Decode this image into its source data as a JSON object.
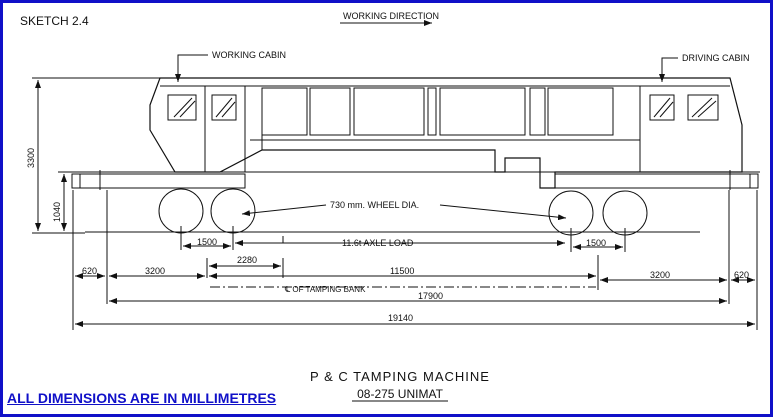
{
  "sketch_label": "SKETCH 2.4",
  "working_direction": "WORKING DIRECTION",
  "cabins": {
    "working": "WORKING CABIN",
    "driving": "DRIVING CABIN"
  },
  "wheel_label": "730 mm. WHEEL DIA.",
  "axle_load": "11.6t AXLE LOAD",
  "bank_label": "℄ OF TAMPING BANK",
  "dimensions": {
    "height_total": "3300",
    "height_frame": "1040",
    "bogie_left": "1500",
    "bogie_right": "1500",
    "tamping_offset": "2280",
    "end_left": "620",
    "end_right": "620",
    "overhang_left": "3200",
    "overhang_right": "3200",
    "bogie_centres": "11500",
    "over_buffers": "17900",
    "overall": "19140"
  },
  "title": {
    "line1": "P & C TAMPING MACHINE",
    "line2": "08-275 UNIMAT"
  },
  "footer": "ALL DIMENSIONS ARE IN MILLIMETRES"
}
